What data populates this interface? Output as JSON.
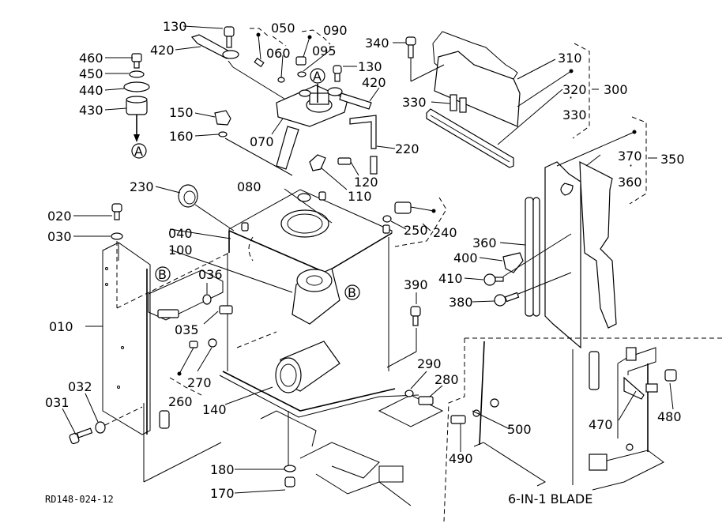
{
  "diagram": {
    "drawing_code": "RD148-024-12",
    "inset_caption": "6-IN-1 BLADE",
    "reference_markers": [
      "A",
      "B"
    ],
    "part_labels": [
      {
        "id": "130a",
        "text": "130"
      },
      {
        "id": "420a",
        "text": "420"
      },
      {
        "id": "460",
        "text": "460"
      },
      {
        "id": "450",
        "text": "450"
      },
      {
        "id": "440",
        "text": "440"
      },
      {
        "id": "430",
        "text": "430"
      },
      {
        "id": "050",
        "text": "050"
      },
      {
        "id": "090",
        "text": "090"
      },
      {
        "id": "060",
        "text": "060"
      },
      {
        "id": "095",
        "text": "095"
      },
      {
        "id": "130b",
        "text": "130"
      },
      {
        "id": "420b",
        "text": "420"
      },
      {
        "id": "150",
        "text": "150"
      },
      {
        "id": "160",
        "text": "160"
      },
      {
        "id": "070",
        "text": "070"
      },
      {
        "id": "220",
        "text": "220"
      },
      {
        "id": "340",
        "text": "340"
      },
      {
        "id": "310",
        "text": "310"
      },
      {
        "id": "320",
        "text": "320"
      },
      {
        "id": "330a",
        "text": "330"
      },
      {
        "id": "330b",
        "text": "330"
      },
      {
        "id": "300",
        "text": "300"
      },
      {
        "id": "370",
        "text": "370"
      },
      {
        "id": "360a",
        "text": "360"
      },
      {
        "id": "350",
        "text": "350"
      },
      {
        "id": "120",
        "text": "120"
      },
      {
        "id": "110",
        "text": "110"
      },
      {
        "id": "230",
        "text": "230"
      },
      {
        "id": "080",
        "text": "080"
      },
      {
        "id": "250",
        "text": "250"
      },
      {
        "id": "240",
        "text": "240"
      },
      {
        "id": "020",
        "text": "020"
      },
      {
        "id": "030",
        "text": "030"
      },
      {
        "id": "040",
        "text": "040"
      },
      {
        "id": "100",
        "text": "100"
      },
      {
        "id": "036",
        "text": "036"
      },
      {
        "id": "035",
        "text": "035"
      },
      {
        "id": "360b",
        "text": "360"
      },
      {
        "id": "400",
        "text": "400"
      },
      {
        "id": "410",
        "text": "410"
      },
      {
        "id": "380",
        "text": "380"
      },
      {
        "id": "390",
        "text": "390"
      },
      {
        "id": "010",
        "text": "010"
      },
      {
        "id": "270",
        "text": "270"
      },
      {
        "id": "260",
        "text": "260"
      },
      {
        "id": "032",
        "text": "032"
      },
      {
        "id": "031",
        "text": "031"
      },
      {
        "id": "140",
        "text": "140"
      },
      {
        "id": "290",
        "text": "290"
      },
      {
        "id": "280",
        "text": "280"
      },
      {
        "id": "500",
        "text": "500"
      },
      {
        "id": "490",
        "text": "490"
      },
      {
        "id": "470",
        "text": "470"
      },
      {
        "id": "480",
        "text": "480"
      },
      {
        "id": "180",
        "text": "180"
      },
      {
        "id": "170",
        "text": "170"
      }
    ]
  }
}
